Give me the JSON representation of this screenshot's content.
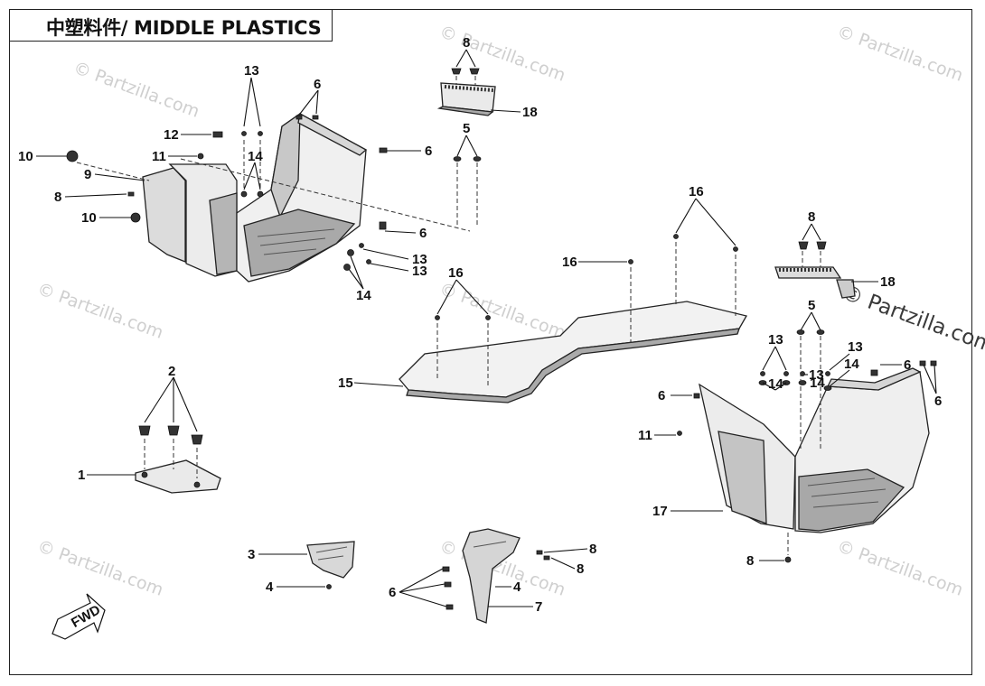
{
  "title": "中塑料件/ MIDDLE PLASTICS",
  "watermark": "© Partzilla.com",
  "watermark_main": "© Partzilla.com",
  "fwd_label": "FWD",
  "callouts": {
    "c1": "1",
    "c2": "2",
    "c3": "3",
    "c4a": "4",
    "c4b": "4",
    "c5a": "5",
    "c5b": "5",
    "c6a": "6",
    "c6b": "6",
    "c6c": "6",
    "c6d": "6",
    "c6e": "6",
    "c6f": "6",
    "c6g": "6",
    "c7": "7",
    "c8a": "8",
    "c8b": "8",
    "c8c": "8",
    "c8d": "8",
    "c8e": "8",
    "c8f": "8",
    "c9": "9",
    "c10a": "10",
    "c10b": "10",
    "c11a": "11",
    "c11b": "11",
    "c12": "12",
    "c13a": "13",
    "c13b": "13",
    "c13c": "13",
    "c13d": "13",
    "c13e": "13",
    "c13f": "13",
    "c14a": "14",
    "c14b": "14",
    "c14c": "14",
    "c14d": "14",
    "c14e": "14",
    "c15": "15",
    "c16a": "16",
    "c16b": "16",
    "c16c": "16",
    "c17": "17",
    "c18a": "18",
    "c18b": "18"
  },
  "colors": {
    "line": "#111111",
    "part_fill": "#f2f2f2",
    "part_shade": "#9a9a9a",
    "watermark": "#cfcfcf"
  }
}
